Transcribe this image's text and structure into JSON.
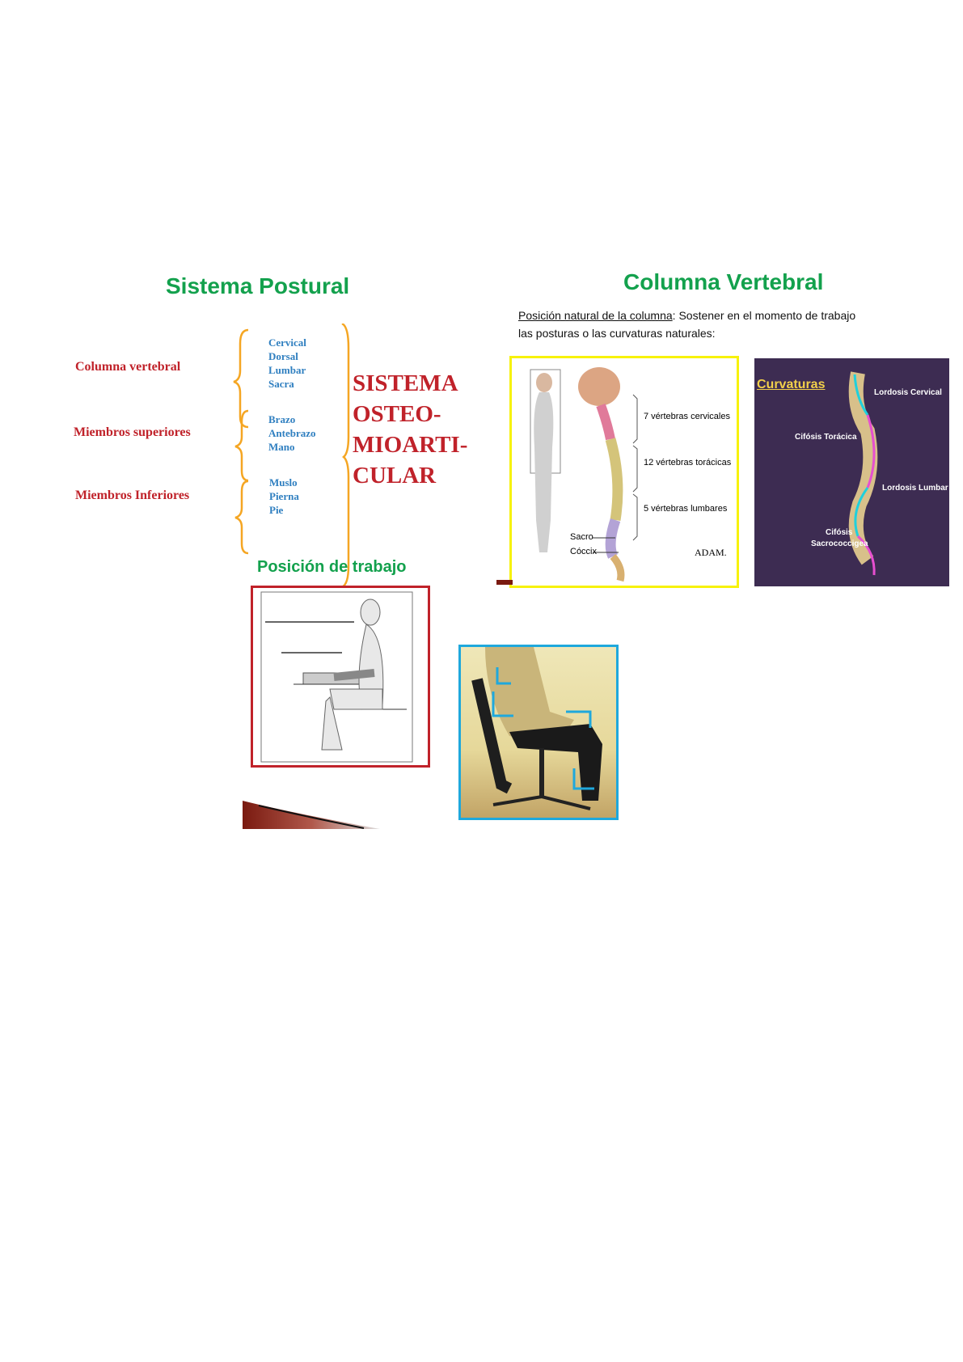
{
  "sistema_postural": {
    "title": "Sistema Postural",
    "groups": [
      {
        "label": "Columna vertebral",
        "items": [
          "Cervical",
          "Dorsal",
          "Lumbar",
          "Sacra"
        ]
      },
      {
        "label": "Miembros superiores",
        "items": [
          "Brazo",
          "Antebrazo",
          "Mano"
        ]
      },
      {
        "label": "Miembros Inferiores",
        "items": [
          "Muslo",
          "Pierna",
          "Pie"
        ]
      }
    ],
    "system_lines": [
      "SISTEMA",
      "OSTEO-",
      "MIOARTI-",
      "CULAR"
    ]
  },
  "columna_vertebral": {
    "title": "Columna Vertebral",
    "para_underlined": "Posición natural de la columna",
    "para_rest": ": Sostener en  el momento de trabajo",
    "para_line2": "las posturas o las curvaturas naturales:",
    "spine_labels": [
      "7 vértebras cervicales",
      "12 vértebras torácicas",
      "5 vértebras lumbares",
      "Sacro",
      "Cóccix"
    ],
    "logo": "ADAM.",
    "curvaturas": {
      "title": "Curvaturas",
      "labels": [
        "Lordosis Cervical",
        "Cifósis Torácica",
        "Lordosis Lumbar",
        "Cifósis",
        "Sacrococcigea"
      ]
    }
  },
  "posicion_trabajo": {
    "title": "Posición de trabajo"
  },
  "colors": {
    "green": "#13a14d",
    "red": "#c0222a",
    "blue": "#2f7fc0",
    "orange": "#f5a623",
    "yellow": "#f7f20a",
    "purple": "#3d2c52",
    "cyan": "#1fa8dc"
  }
}
